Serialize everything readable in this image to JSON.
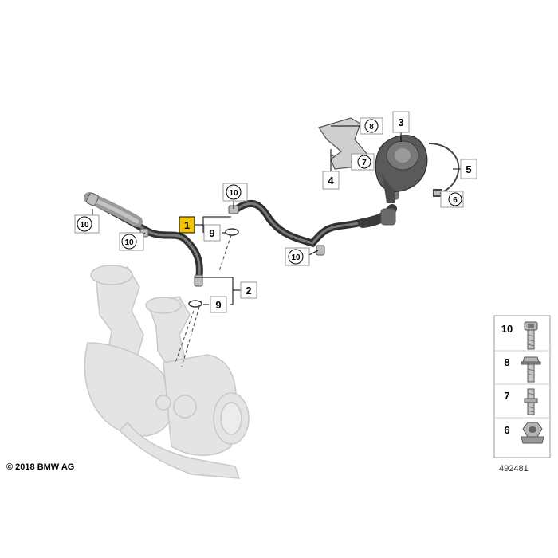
{
  "copyright": "© 2018 BMW AG",
  "diagram_number": "492481",
  "highlight_color": "#f5c400",
  "callouts": {
    "c1": "1",
    "c2": "2",
    "c3": "3",
    "c4": "4",
    "c5": "5",
    "c6": "6",
    "c7": "7",
    "c8": "8",
    "c9a": "9",
    "c9b": "9",
    "c10a": "10",
    "c10b": "10",
    "c10c": "10",
    "c10d": "10"
  },
  "legend": {
    "l10": "10",
    "l8": "8",
    "l7": "7",
    "l6": "6"
  }
}
